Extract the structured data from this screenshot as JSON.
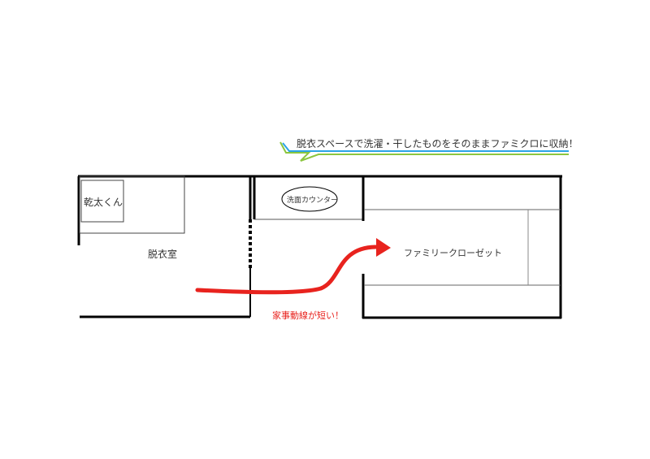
{
  "callout": {
    "text": "脱衣スペースで洗濯・干したものをそのままファミクロに収納！",
    "line_colors": [
      "#2aa4e6",
      "#8cc63f"
    ]
  },
  "rooms": {
    "dressing_room": "脱衣室",
    "dryer": "乾太くん",
    "vanity": "洗面カウンター",
    "closet": "ファミリークローゼット"
  },
  "flow": {
    "text": "家事動線が短い！",
    "color": "#e8231e"
  }
}
